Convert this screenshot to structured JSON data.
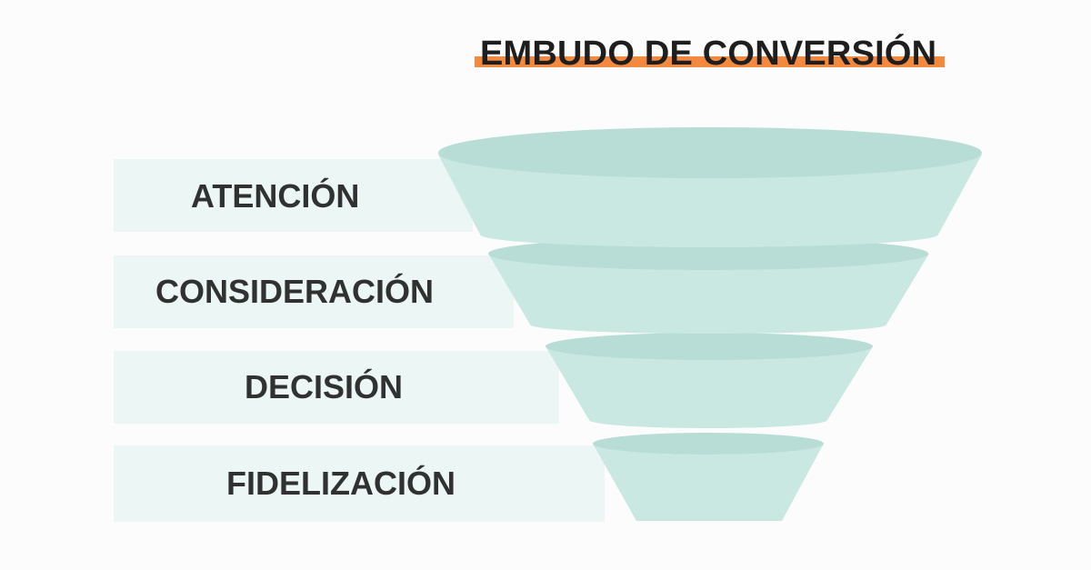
{
  "title": "EMBUDO DE CONVERSIÓN",
  "stages": [
    {
      "label": "ATENCIÓN"
    },
    {
      "label": "CONSIDERACIÓN"
    },
    {
      "label": "DECISIÓN"
    },
    {
      "label": "FIDELIZACIÓN"
    }
  ],
  "colors": {
    "title_accent": "#f2893f",
    "funnel_top": "#b7ddd6",
    "funnel_body": "#c9e8e2",
    "band": "#ecf6f4",
    "label_text": "#2f3231"
  }
}
